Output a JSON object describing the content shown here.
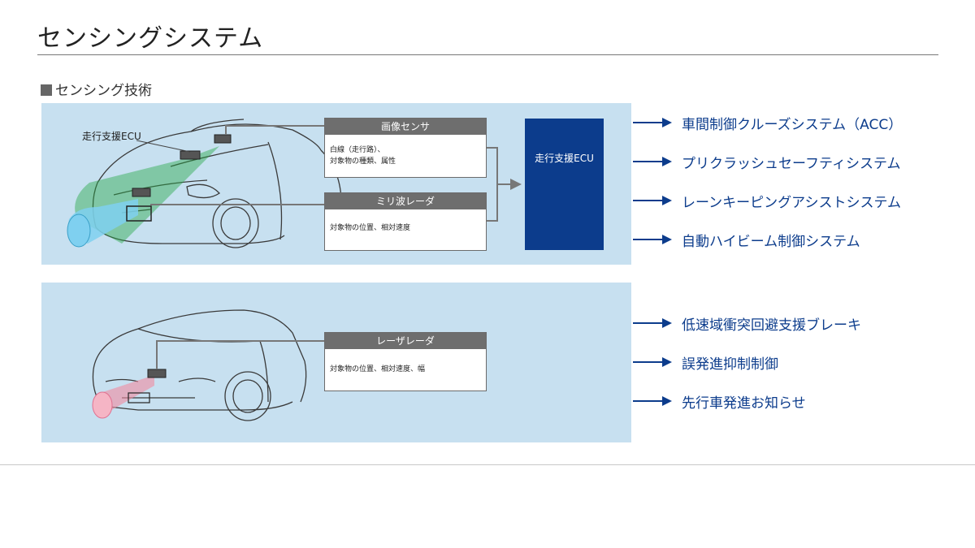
{
  "header": {
    "title": "センシングシステム"
  },
  "section": {
    "label": "センシング技術"
  },
  "panel_top": {
    "car_label": "走行支援ECU",
    "camera": {
      "title": "画像センサ",
      "desc_line1": "白線（走行路）、",
      "desc_line2": "対象物の種類、属性"
    },
    "radar": {
      "title": "ミリ波レーダ",
      "desc": "対象物の位置、相対速度"
    },
    "ecu": {
      "label": "走行支援ECU"
    }
  },
  "panel_bottom": {
    "laser": {
      "title": "レーザレーダ",
      "desc": "対象物の位置、相対速度、幅"
    }
  },
  "systems_top": [
    {
      "label": "車間制御クルーズシステム（ACC）"
    },
    {
      "label": "プリクラッシュセーフティシステム"
    },
    {
      "label": "レーンキーピングアシストシステム"
    },
    {
      "label": "自動ハイビーム制御システム"
    }
  ],
  "systems_bottom": [
    {
      "label": "低速域衝突回避支援ブレーキ"
    },
    {
      "label": "誤発進抑制制御"
    },
    {
      "label": "先行車発進お知らせ"
    }
  ],
  "colors": {
    "accent": "#0c3c8c",
    "panel": "#c7e0f0",
    "box_header": "#6e6e6e",
    "camera_beam": "#2aa84a",
    "radar_beam": "#7fd0f0",
    "laser_beam": "#f08aa0"
  }
}
